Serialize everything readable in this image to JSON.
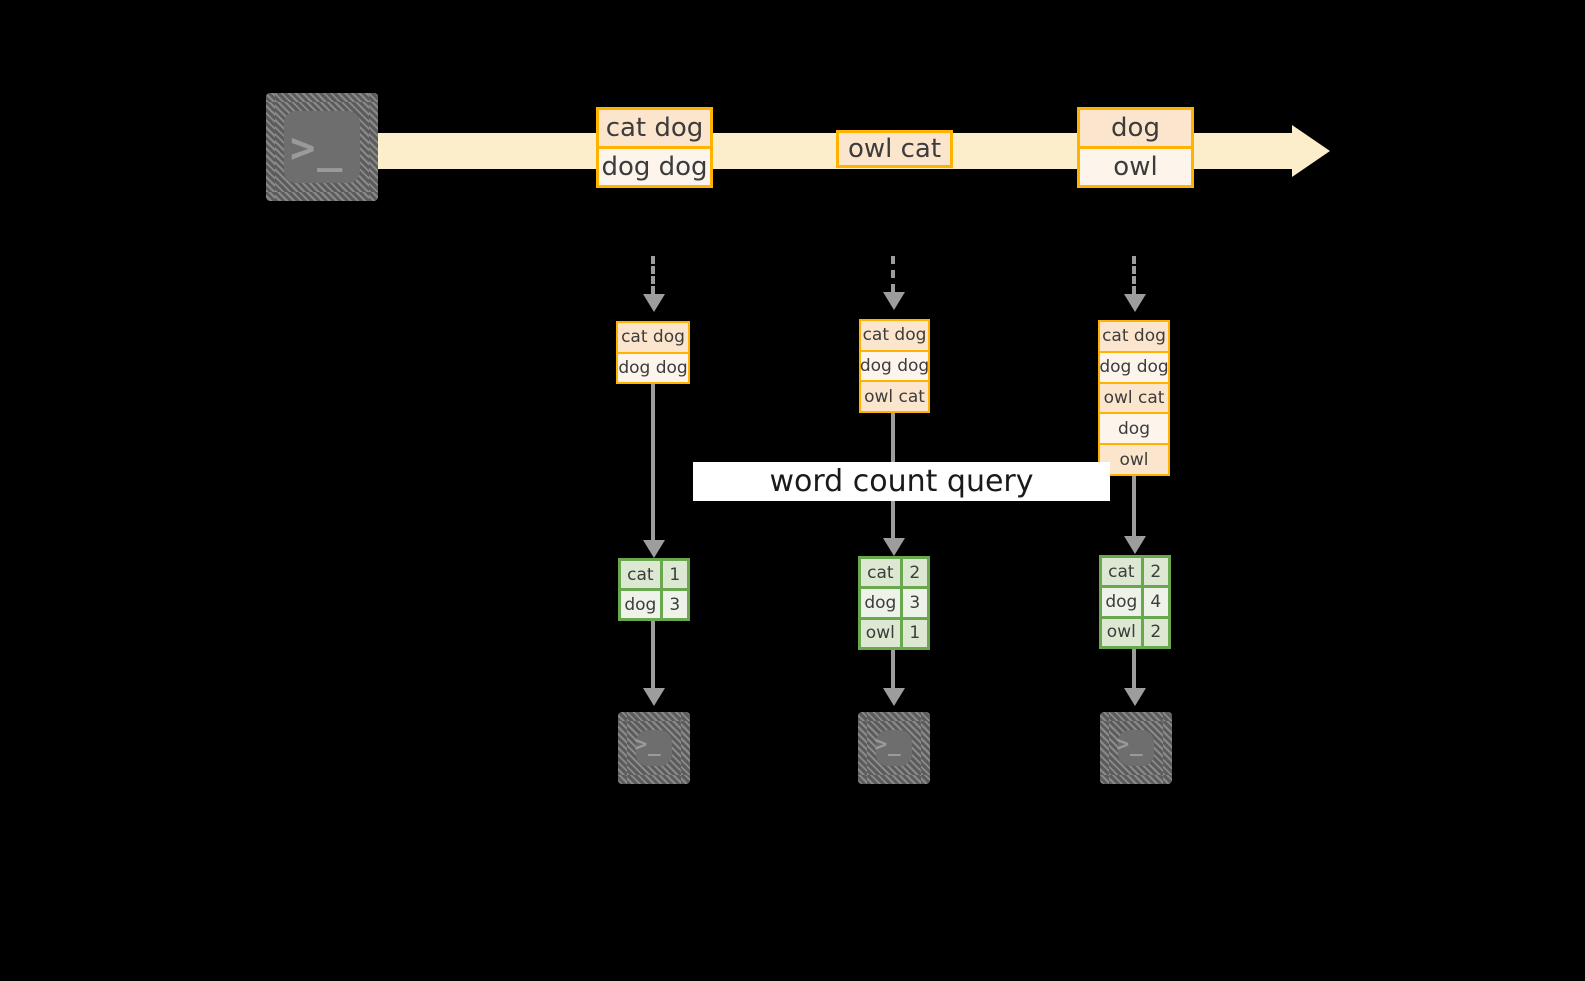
{
  "diagram": {
    "title": "word count query",
    "colors": {
      "background": "#000000",
      "stream_band": "#fceecb",
      "record_border": "#ffb300",
      "record_fill_dark": "#fce5cd",
      "record_fill_light": "#fdf4ec",
      "result_border": "#6aa84f",
      "result_fill_dark": "#dce8d2",
      "result_fill_light": "#eef3ea",
      "arrow_grey": "#9d9d9d",
      "terminal_body": "#6e6e6e",
      "banner_fill": "#ffffff",
      "text": "#3c3c3c"
    }
  },
  "source": {
    "icon": "terminal-icon",
    "prompt": ">_"
  },
  "stream": {
    "direction_icon": "arrow-right-icon",
    "batches": [
      {
        "id": "batch-1",
        "lines": [
          "cat dog",
          "dog dog"
        ]
      },
      {
        "id": "batch-2",
        "lines": [
          "owl cat"
        ]
      },
      {
        "id": "batch-3",
        "lines": [
          "dog",
          "owl"
        ]
      }
    ]
  },
  "stages": [
    {
      "id": "stage-1",
      "accumulated": [
        "cat dog",
        "dog dog"
      ],
      "results": {
        "keys": [
          "cat",
          "dog"
        ],
        "values": [
          "1",
          "3"
        ]
      },
      "sink": {
        "icon": "terminal-icon",
        "prompt": ">_"
      }
    },
    {
      "id": "stage-2",
      "accumulated": [
        "cat dog",
        "dog dog",
        "owl cat"
      ],
      "results": {
        "keys": [
          "cat",
          "dog",
          "owl"
        ],
        "values": [
          "2",
          "3",
          "1"
        ]
      },
      "sink": {
        "icon": "terminal-icon",
        "prompt": ">_"
      }
    },
    {
      "id": "stage-3",
      "accumulated": [
        "cat dog",
        "dog dog",
        "owl cat",
        "dog",
        "owl"
      ],
      "results": {
        "keys": [
          "cat",
          "dog",
          "owl"
        ],
        "values": [
          "2",
          "4",
          "2"
        ]
      },
      "sink": {
        "icon": "terminal-icon",
        "prompt": ">_"
      }
    }
  ]
}
